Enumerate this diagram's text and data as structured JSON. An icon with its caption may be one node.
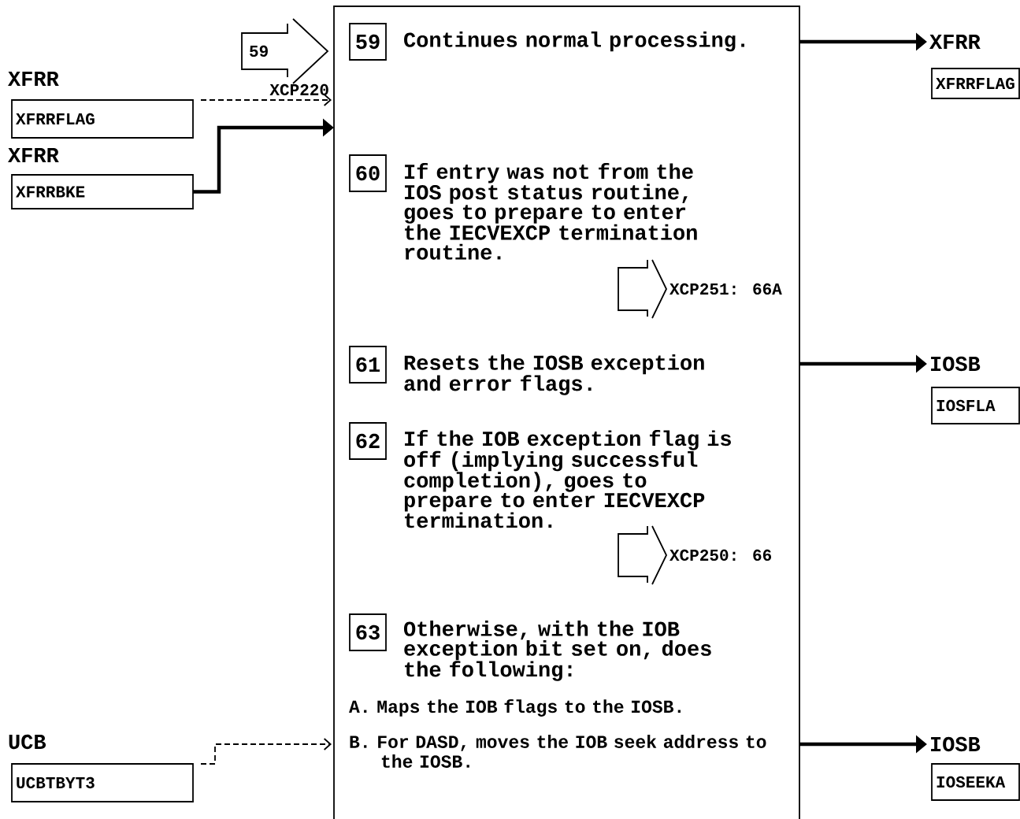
{
  "diagram": {
    "nodes": [
      {
        "text": [
          "59",
          "XCP220"
        ]
      },
      {
        "text": [
          "XFRR",
          "XFRRFLAG"
        ]
      },
      {
        "text": [
          "XFRR",
          "XFRRBKE"
        ]
      },
      {
        "text": [
          "UCB",
          "UCBTBYT3"
        ]
      },
      {
        "text": [],
        "shape": "box"
      },
      {
        "text": [
          "59",
          "Continues normal processing."
        ],
        "in": 4
      },
      {
        "text": [
          "60",
          "If entry was not from the IOS post status routine, goes to prepare to enter the IECVEXCP termination routine."
        ],
        "in": 4
      },
      {
        "text": [
          "XCP251: 66A"
        ],
        "in": 4
      },
      {
        "text": [
          "61",
          "Resets the IOSB exception and error flags."
        ],
        "in": 4
      },
      {
        "text": [
          "62",
          "If the IOB exception flag is off (implying successful completion), goes to prepare to enter IECVEXCP termination."
        ],
        "in": 4
      },
      {
        "text": [
          "XCP250: 66"
        ],
        "in": 4
      },
      {
        "text": [
          "63",
          "Otherwise, with the IOB exception bit set on, does the following:"
        ],
        "in": 4
      },
      {
        "text": [
          "XFRR",
          "XFRRFLAG"
        ]
      },
      {
        "text": [
          "IOSB",
          "IOSFLA"
        ]
      },
      {
        "text": [
          "IOSB",
          "IOSEEKA"
        ]
      }
    ],
    "edges": [
      {
        "from": 1,
        "to": 4,
        "arrow": "to",
        "style": "dashed"
      },
      {
        "from": 2,
        "to": 4,
        "arrow": "to"
      },
      {
        "from": 3,
        "to": 4,
        "arrow": "to",
        "style": "dashed"
      },
      {
        "from": 4,
        "to": 12,
        "arrow": "to"
      },
      {
        "from": 4,
        "to": 13,
        "arrow": "to"
      },
      {
        "from": 4,
        "to": 14,
        "arrow": "to"
      }
    ],
    "labels": [
      "A. Maps the IOB flags to the IOSB.",
      "B. For DASD, moves the IOB seek address to the IOSB."
    ]
  }
}
